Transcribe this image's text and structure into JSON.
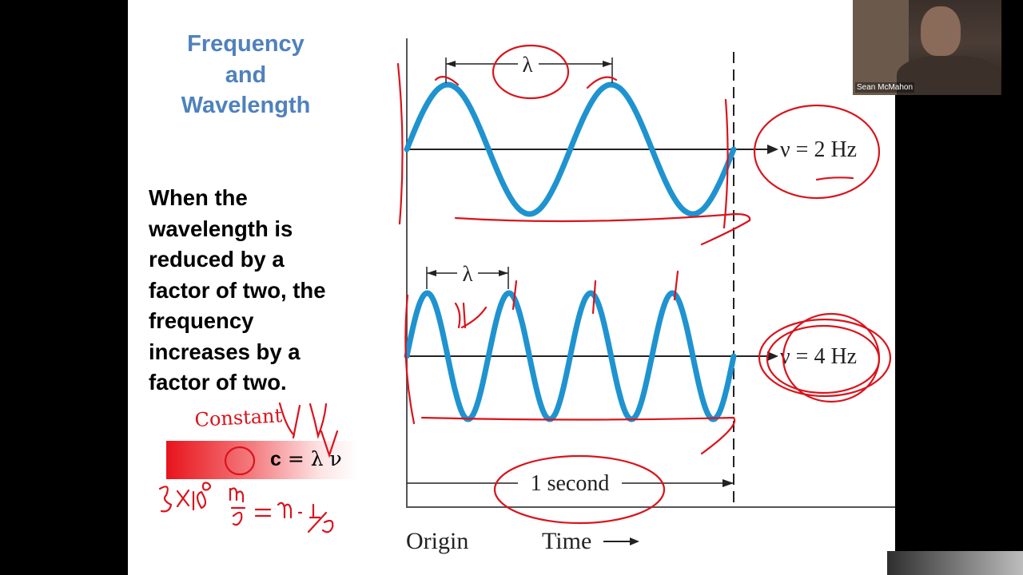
{
  "slide": {
    "title_lines": [
      "Frequency",
      "and",
      "Wavelength"
    ],
    "body_lines": [
      "When the",
      "wavelength is",
      "reduced by a",
      "factor of two, the",
      "frequency",
      "increases by a",
      "factor of two."
    ],
    "equation": {
      "c": "c",
      "rest": " = λ ν"
    },
    "annotations": {
      "constant": "Constant"
    }
  },
  "diagram": {
    "wave1": {
      "label": "ν = 2 Hz",
      "lambda": "λ",
      "cycles": 2
    },
    "wave2": {
      "label": "ν = 4 Hz",
      "lambda": "λ",
      "cycles": 4
    },
    "duration": "1 second",
    "origin": "Origin",
    "time": "Time"
  },
  "webcam": {
    "name": "Sean McMahon"
  },
  "colors": {
    "wave": "#1f93d0",
    "ink": "#d9141c",
    "title": "#4f81bd"
  }
}
